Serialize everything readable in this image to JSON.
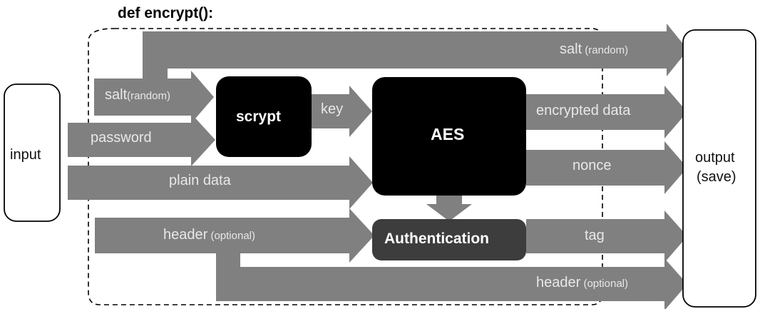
{
  "diagram": {
    "title": "def encrypt():",
    "function_scope_label": "def encrypt():",
    "colors": {
      "arrow_gray": "#808080",
      "box_black": "#000000",
      "box_dark_gray": "#3d3d3d",
      "arrow_text": "#e8e8e8",
      "background": "#ffffff",
      "outline": "#000000"
    },
    "nodes": {
      "input": {
        "label_line1": "input",
        "label": "input"
      },
      "output": {
        "label_line1": "output",
        "label_line2": "(save)"
      },
      "scrypt": {
        "label": "scrypt"
      },
      "aes": {
        "label": "AES"
      },
      "authentication": {
        "label": "Authentication"
      }
    },
    "edges": [
      {
        "id": "salt-to-output",
        "label_main": "salt",
        "label_sub": " (random)",
        "from": "salt-source",
        "to": "output"
      },
      {
        "id": "salt-to-scrypt",
        "label_main": "salt",
        "label_sub": "(random)",
        "from": "salt-source",
        "to": "scrypt"
      },
      {
        "id": "password-to-scrypt",
        "label_main": "password",
        "label_sub": "",
        "from": "input",
        "to": "scrypt"
      },
      {
        "id": "key-to-aes",
        "label_main": "key",
        "label_sub": "",
        "from": "scrypt",
        "to": "aes"
      },
      {
        "id": "plain-data-to-aes",
        "label_main": "plain data",
        "label_sub": "",
        "from": "input",
        "to": "aes"
      },
      {
        "id": "encrypted-data-to-output",
        "label_main": "encrypted data",
        "label_sub": "",
        "from": "aes",
        "to": "output"
      },
      {
        "id": "nonce-to-output",
        "label_main": "nonce",
        "label_sub": "",
        "from": "aes",
        "to": "output"
      },
      {
        "id": "aes-to-authentication",
        "label_main": "",
        "label_sub": "",
        "from": "aes",
        "to": "authentication"
      },
      {
        "id": "header-to-authentication",
        "label_main": "header",
        "label_sub": " (optional)",
        "from": "header-source",
        "to": "authentication"
      },
      {
        "id": "tag-to-output",
        "label_main": "tag",
        "label_sub": "",
        "from": "authentication",
        "to": "output"
      },
      {
        "id": "header-to-output",
        "label_main": "header",
        "label_sub": " (optional)",
        "from": "header-source",
        "to": "output"
      }
    ]
  }
}
